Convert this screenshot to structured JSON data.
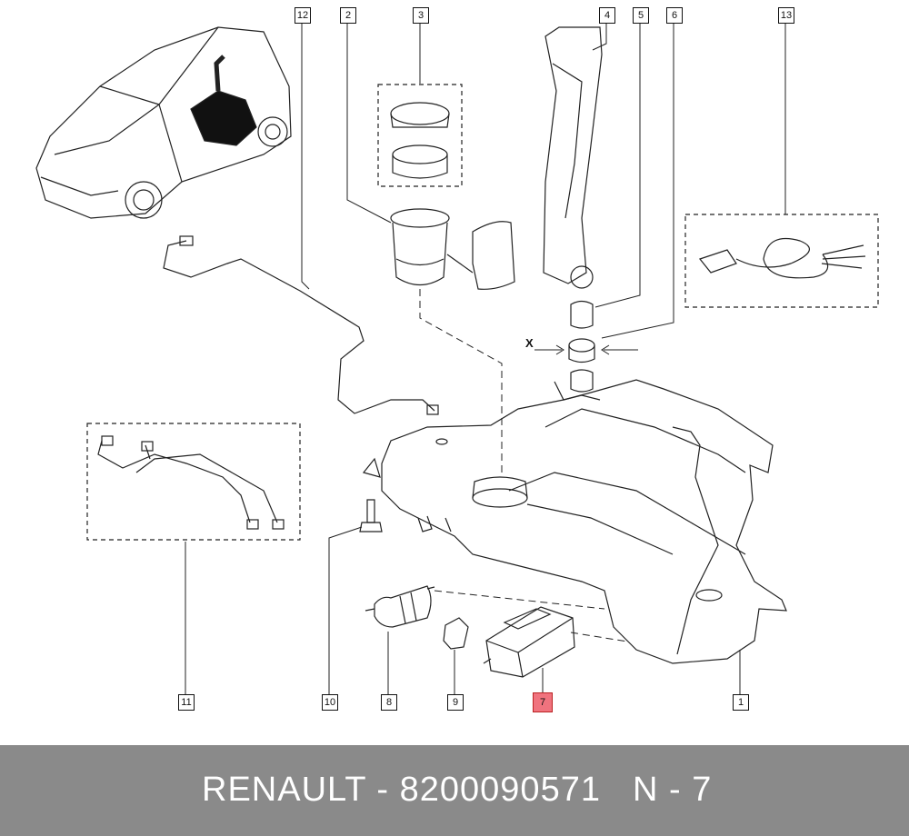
{
  "callouts": {
    "c12": "12",
    "c2": "2",
    "c3": "3",
    "c4": "4",
    "c5": "5",
    "c6": "6",
    "c13": "13",
    "c11": "11",
    "c10": "10",
    "c8": "8",
    "c9": "9",
    "c7": "7",
    "c1": "1"
  },
  "dimension_mark": "X",
  "highlight_color": "#f0737e",
  "footer": {
    "brand_part": "RENAULT - 8200090571",
    "ref": "N - 7"
  }
}
